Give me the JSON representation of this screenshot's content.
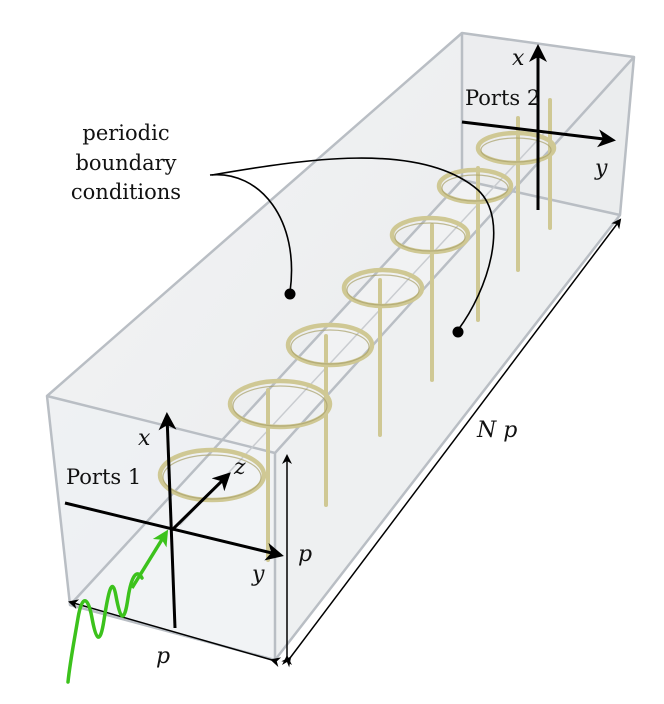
{
  "labels": {
    "pbc_line1": "periodic",
    "pbc_line2": "boundary",
    "pbc_line3": "conditions",
    "ports1": "Ports 1",
    "ports2": "Ports 2",
    "p_height": "p",
    "p_width": "p",
    "length": "N p",
    "axis_x1": "x",
    "axis_y1": "y",
    "axis_z1": "z",
    "axis_x2": "x",
    "axis_y2": "y"
  },
  "colors": {
    "box_edge": "#b9bec4",
    "glass_fill": "#eef0f2",
    "ring": "#cfc894",
    "ring_dark": "#a9a16a",
    "wave": "#3cc21c",
    "axis": "#000000"
  }
}
